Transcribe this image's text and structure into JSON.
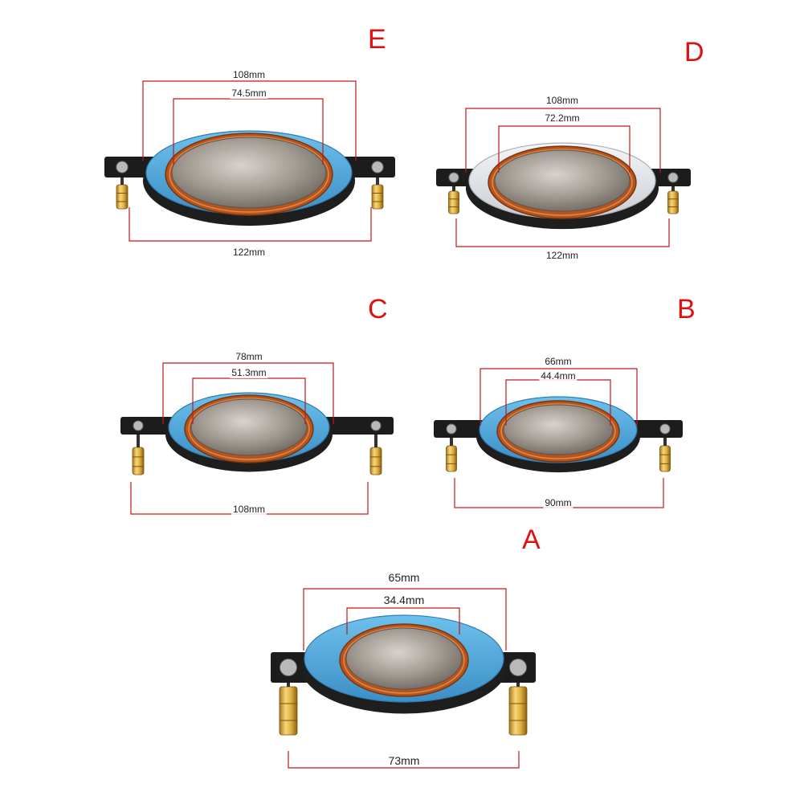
{
  "products": [
    {
      "id": "E",
      "letter": "E",
      "outer": "108mm",
      "inner": "74.5mm",
      "span": "122mm",
      "ring": "blue"
    },
    {
      "id": "D",
      "letter": "D",
      "outer": "108mm",
      "inner": "72.2mm",
      "span": "122mm",
      "ring": "silver"
    },
    {
      "id": "C",
      "letter": "C",
      "outer": "78mm",
      "inner": "51.3mm",
      "span": "108mm",
      "ring": "blue"
    },
    {
      "id": "B",
      "letter": "B",
      "outer": "66mm",
      "inner": "44.4mm",
      "span": "90mm",
      "ring": "blue"
    },
    {
      "id": "A",
      "letter": "A",
      "outer": "65mm",
      "inner": "34.4mm",
      "span": "73mm",
      "ring": "blue"
    }
  ],
  "colors": {
    "accent": "#e01010",
    "dimension_line": "#c01818",
    "ring_blue": "#4aa3d8",
    "ring_silver": "#dfe3e8",
    "coil": "#b5541c",
    "dome": "#9b948d",
    "terminal_gold": "#e0b040",
    "bracket": "#1c1c1c"
  }
}
